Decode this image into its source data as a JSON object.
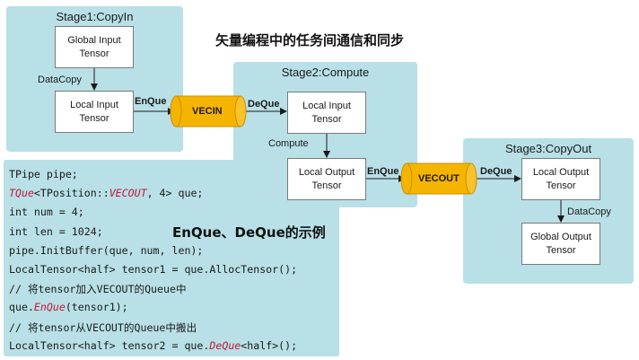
{
  "title": "矢量编程中的任务间通信和同步",
  "subtitle": "EnQue、DeQue的示例",
  "stages": {
    "stage1": {
      "title": "Stage1:CopyIn",
      "global_box": "Global Input\nTensor",
      "local_box": "Local Input\nTensor",
      "edge_label": "DataCopy"
    },
    "stage2": {
      "title": "Stage2:Compute",
      "input_box": "Local Input\nTensor",
      "output_box": "Local Output\nTensor",
      "edge_label": "Compute"
    },
    "stage3": {
      "title": "Stage3:CopyOut",
      "local_box": "Local Output\nTensor",
      "global_box": "Global Output\nTensor",
      "edge_label": "DataCopy"
    }
  },
  "queues": {
    "vecin": "VECIN",
    "vecout": "VECOUT",
    "enque1": "EnQue",
    "deque1": "DeQue",
    "enque2": "EnQue",
    "deque2": "DeQue"
  },
  "colors": {
    "panel": "#b8e0e6",
    "queue": "#f5b400",
    "keyword": "#c0183a"
  },
  "code": [
    {
      "parts": [
        {
          "t": "TPipe pipe;",
          "k": false
        }
      ]
    },
    {
      "parts": [
        {
          "t": "TQue",
          "k": true
        },
        {
          "t": "<TPosition::",
          "k": false
        },
        {
          "t": "VECOUT",
          "k": true
        },
        {
          "t": ", 4> que;",
          "k": false
        }
      ]
    },
    {
      "parts": [
        {
          "t": "int num = 4;",
          "k": false
        }
      ]
    },
    {
      "parts": [
        {
          "t": "int len = 1024;",
          "k": false
        }
      ]
    },
    {
      "parts": [
        {
          "t": "pipe.InitBuffer(que, num, len);",
          "k": false
        }
      ]
    },
    {
      "parts": [
        {
          "t": "LocalTensor<half> tensor1 = que.AllocTensor();",
          "k": false
        }
      ]
    },
    {
      "parts": [
        {
          "t": "// 将tensor加入VECOUT的Queue中",
          "k": false
        }
      ]
    },
    {
      "parts": [
        {
          "t": "que.",
          "k": false
        },
        {
          "t": "EnQue",
          "k": true
        },
        {
          "t": "(tensor1);",
          "k": false
        }
      ]
    },
    {
      "parts": [
        {
          "t": "// 将tensor从VECOUT的Queue中搬出",
          "k": false
        }
      ]
    },
    {
      "parts": [
        {
          "t": "LocalTensor<half> tensor2 = que.",
          "k": false
        },
        {
          "t": "DeQue",
          "k": true
        },
        {
          "t": "<half>();",
          "k": false
        }
      ]
    }
  ]
}
